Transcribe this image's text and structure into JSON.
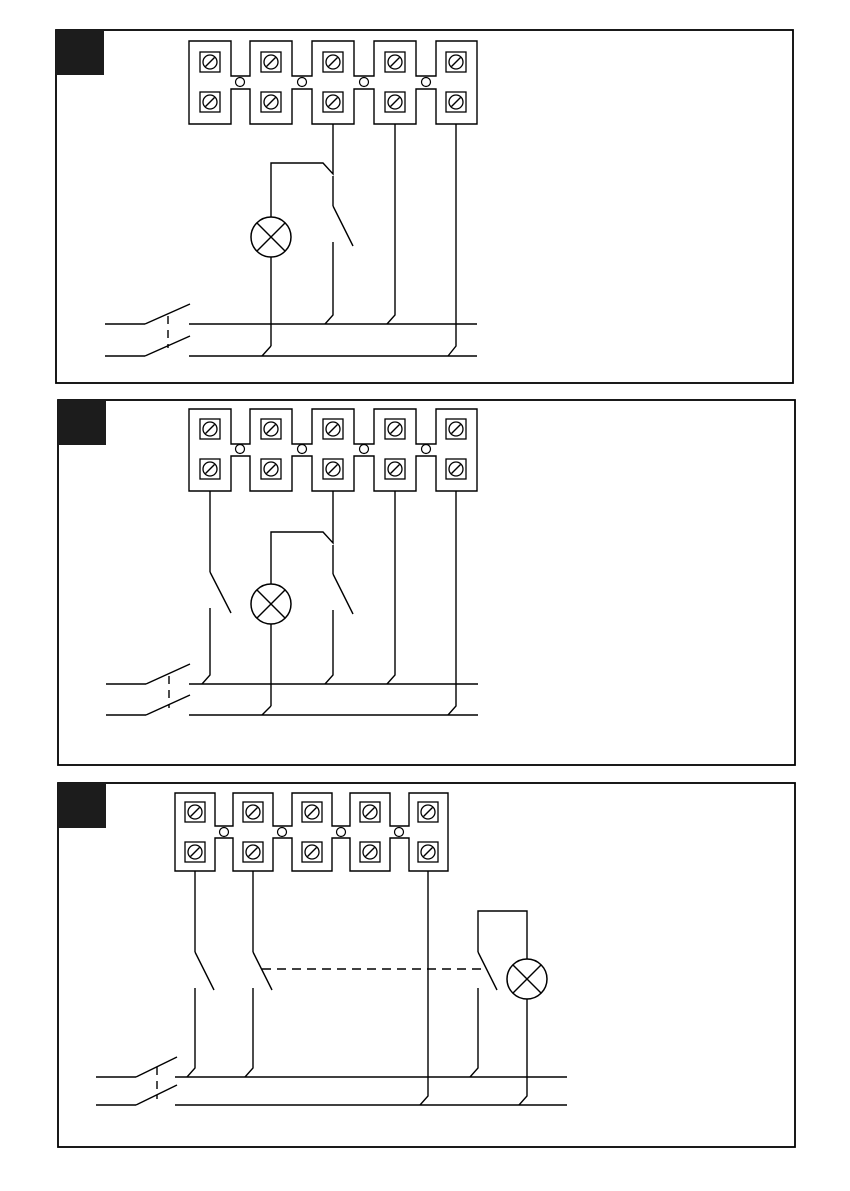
{
  "panels": [
    {
      "id": "panel-1",
      "terminal_count": 5,
      "elements": [
        "switch",
        "lamp",
        "terminal-block",
        "double-pole-main-switch"
      ]
    },
    {
      "id": "panel-2",
      "terminal_count": 5,
      "elements": [
        "switch",
        "switch",
        "lamp",
        "terminal-block",
        "double-pole-main-switch"
      ]
    },
    {
      "id": "panel-3",
      "terminal_count": 5,
      "elements": [
        "switch",
        "switch",
        "switch",
        "lamp",
        "mechanical-link",
        "terminal-block",
        "double-pole-main-switch"
      ]
    }
  ],
  "colors": {
    "stroke": "#000000",
    "marker": "#1c1c1c",
    "background": "#ffffff"
  }
}
